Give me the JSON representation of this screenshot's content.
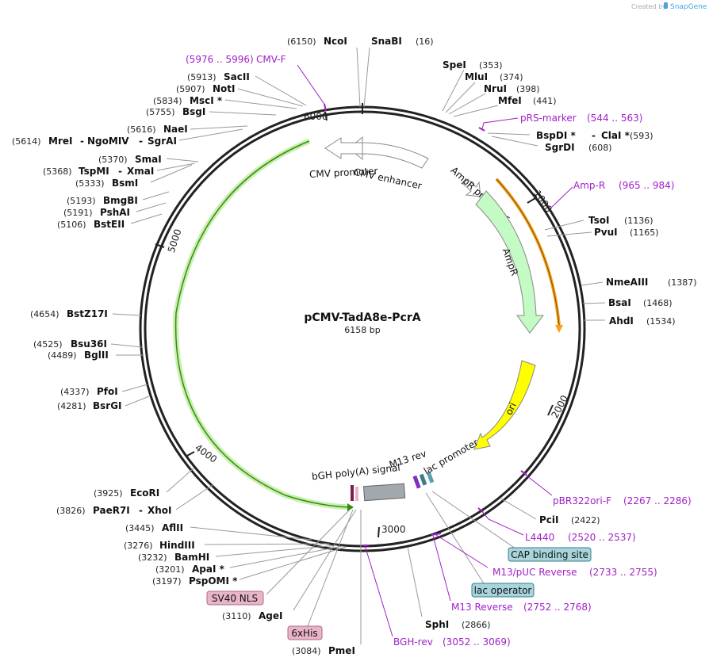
{
  "created_by": "Created by",
  "brand": "SnapGene",
  "plasmid": {
    "name": "pCMV-TadA8e-PcrA",
    "size": "6158 bp"
  },
  "colors": {
    "backbone": "#222222",
    "primer": "#a020c8",
    "amp_r": "#f4a21c",
    "cmv_enhancer": "#ffffff",
    "cmv_promoter": "#ffffff",
    "ampr_promoter": "#ffffff",
    "ampr": "#c4fac4",
    "ori": "#ffff00",
    "cds": "#5ab02a",
    "bgh": "#a3a8ad",
    "protein_box": "#e8b4c8",
    "protein_border": "#b56a8a",
    "lacop_box": "#a8d4dc",
    "lacop_border": "#3a7c8a"
  },
  "ticks": [
    "1000",
    "2000",
    "3000",
    "4000",
    "5000",
    "6000"
  ],
  "features": {
    "cmv_enhancer": "CMV enhancer",
    "cmv_promoter": "CMV promoter",
    "ampr_promoter": "AmpR promoter",
    "ampr": "AmpR",
    "ori": "ori",
    "m13_rev": "M13 rev",
    "lac_promoter": "lac promoter",
    "bgh": "bGH poly(A) signal"
  },
  "enzymes": {
    "ncoi": {
      "pos": "(6150)",
      "name": "NcoI"
    },
    "snabi": {
      "pos": "(16)",
      "name": "SnaBI"
    },
    "spei": {
      "pos": "(353)",
      "name": "SpeI"
    },
    "mlui": {
      "pos": "(374)",
      "name": "MluI"
    },
    "nrui": {
      "pos": "(398)",
      "name": "NruI"
    },
    "mfei": {
      "pos": "(441)",
      "name": "MfeI"
    },
    "bspdi": {
      "name": "BspDI *"
    },
    "clai": {
      "pos": "(593)",
      "name": "ClaI *"
    },
    "sgrdi": {
      "pos": "(608)",
      "name": "SgrDI"
    },
    "tsoi": {
      "pos": "(1136)",
      "name": "TsoI"
    },
    "pvui": {
      "pos": "(1165)",
      "name": "PvuI"
    },
    "nmeaiii": {
      "pos": "(1387)",
      "name": "NmeAIII"
    },
    "bsai": {
      "pos": "(1468)",
      "name": "BsaI"
    },
    "ahdi": {
      "pos": "(1534)",
      "name": "AhdI"
    },
    "pcii": {
      "pos": "(2422)",
      "name": "PciI"
    },
    "sphi": {
      "pos": "(2866)",
      "name": "SphI"
    },
    "pmei": {
      "pos": "(3084)",
      "name": "PmeI"
    },
    "agei": {
      "pos": "(3110)",
      "name": "AgeI"
    },
    "pspomi": {
      "pos": "(3197)",
      "name": "PspOMI *"
    },
    "apai": {
      "pos": "(3201)",
      "name": "ApaI *"
    },
    "bamhi": {
      "pos": "(3232)",
      "name": "BamHI"
    },
    "hindiii": {
      "pos": "(3276)",
      "name": "HindIII"
    },
    "aflii": {
      "pos": "(3445)",
      "name": "AflII"
    },
    "paer7i": {
      "pos": "(3826)",
      "name": "PaeR7I"
    },
    "xhoi": {
      "name": "XhoI"
    },
    "ecori": {
      "pos": "(3925)",
      "name": "EcoRI"
    },
    "bsrgi": {
      "pos": "(4281)",
      "name": "BsrGI"
    },
    "pfoi": {
      "pos": "(4337)",
      "name": "PfoI"
    },
    "bglii": {
      "pos": "(4489)",
      "name": "BglII"
    },
    "bsu36i": {
      "pos": "(4525)",
      "name": "Bsu36I"
    },
    "bstz17i": {
      "pos": "(4654)",
      "name": "BstZ17I"
    },
    "bsteii": {
      "pos": "(5106)",
      "name": "BstEII"
    },
    "pshai": {
      "pos": "(5191)",
      "name": "PshAI"
    },
    "bmgbi": {
      "pos": "(5193)",
      "name": "BmgBI"
    },
    "bsmi": {
      "pos": "(5333)",
      "name": "BsmI"
    },
    "tspmi": {
      "pos": "(5368)",
      "name": "TspMI"
    },
    "xmai": {
      "name": "XmaI"
    },
    "smai": {
      "pos": "(5370)",
      "name": "SmaI"
    },
    "mrei": {
      "pos": "(5614)",
      "name": "MreI"
    },
    "ngomiv": {
      "name": "NgoMIV"
    },
    "sgrai": {
      "name": "SgrAI"
    },
    "naei": {
      "pos": "(5616)",
      "name": "NaeI"
    },
    "bsgi": {
      "pos": "(5755)",
      "name": "BsgI"
    },
    "msci": {
      "pos": "(5834)",
      "name": "MscI *"
    },
    "noti": {
      "pos": "(5907)",
      "name": "NotI"
    },
    "sacii": {
      "pos": "(5913)",
      "name": "SacII"
    }
  },
  "primers": {
    "cmvf": {
      "name": "CMV-F",
      "range": "(5976 .. 5996)"
    },
    "prs": {
      "name": "pRS-marker",
      "range": "(544 .. 563)"
    },
    "ampr": {
      "name": "Amp-R",
      "range": "(965 .. 984)"
    },
    "pbr": {
      "name": "pBR322ori-F",
      "range": "(2267 .. 2286)"
    },
    "l4440": {
      "name": "L4440",
      "range": "(2520 .. 2537)"
    },
    "m13puc": {
      "name": "M13/pUC Reverse",
      "range": "(2733 .. 2755)"
    },
    "m13rev": {
      "name": "M13 Reverse",
      "range": "(2752 .. 2768)"
    },
    "bghrev": {
      "name": "BGH-rev",
      "range": "(3052 .. 3069)"
    }
  },
  "boxes": {
    "cap": "CAP binding site",
    "lacop": "lac operator",
    "sv40": "SV40 NLS",
    "his": "6xHis"
  }
}
